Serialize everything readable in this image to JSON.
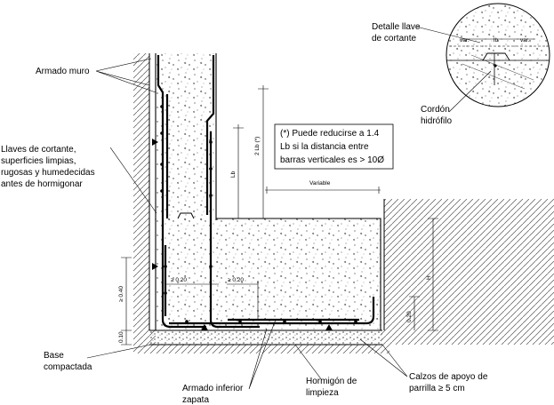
{
  "labels": {
    "armado_muro": "Armado muro",
    "llaves_line1": "Llaves de cortante,",
    "llaves_line2": "superficies limpias,",
    "llaves_line3": "rugosas y humedecidas",
    "llaves_line4": "antes de hormigonar",
    "base_line1": "Base",
    "base_line2": "compactada",
    "armado_inferior_line1": "Armado inferior",
    "armado_inferior_line2": "zapata",
    "hormigon_line1": "Hormigón de",
    "hormigon_line2": "limpieza",
    "calzos_line1": "Calzos de apoyo de",
    "calzos_line2": "parrilla  ≥  5 cm",
    "detalle_line1": "Detalle llave",
    "detalle_line2": "de cortante",
    "cordon_line1": "Cordón",
    "cordon_line2": "hidrófilo"
  },
  "note": {
    "line1": "(*) Puede reducirse a 1.4",
    "line2": "Lb si la distancia entre",
    "line3": "barras verticales es > 10Ø"
  },
  "dimensions": {
    "two_lb": "2 Lb (*)",
    "lb": "Lb",
    "variable": "Variable",
    "h": "H",
    "ge_040": "≥ 0.40",
    "val_010": "0.10",
    "val_020_right": "0.20",
    "ge_020_a": "≥ 0.20",
    "ge_020_b": "≥ 0.20",
    "var_left": "var.",
    "lb_detail": "lb",
    "var_right": "var."
  }
}
